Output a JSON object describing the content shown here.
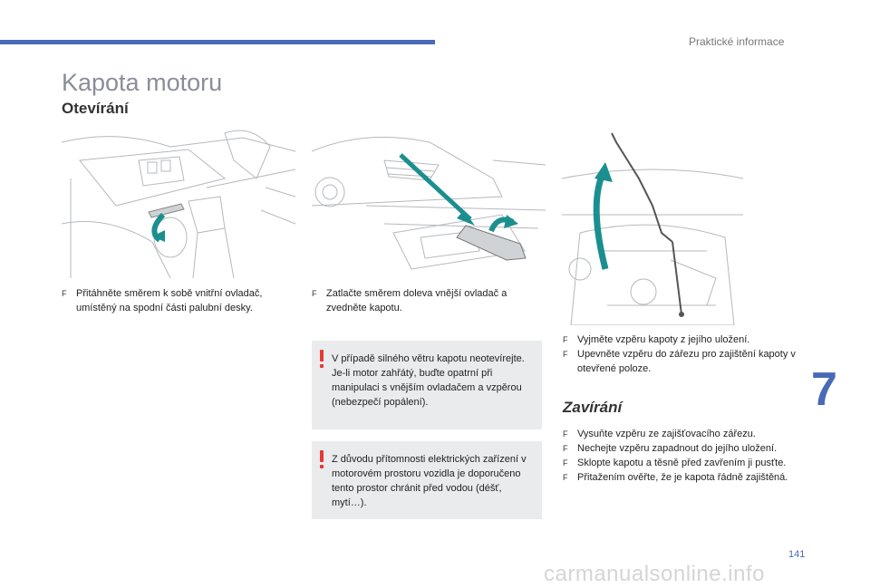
{
  "header": {
    "section": "Praktické informace"
  },
  "title": "Kapota motoru",
  "opening": {
    "heading": "Otevírání",
    "step1": "Přitáhněte směrem k sobě vnitřní ovladač, umístěný na spodní části palubní desky.",
    "step2": "Zatlačte směrem doleva vnější ovladač a zvedněte kapotu.",
    "step3": "Vyjměte vzpěru kapoty z jejího uložení.",
    "step4": "Upevněte vzpěru do zářezu pro zajištění kapoty v otevřené poloze."
  },
  "warnings": {
    "wind_line1": "V případě silného větru kapotu neotevírejte.",
    "wind_line2": "Je-li motor zahřátý, buďte opatrní při manipulaci s vnějším ovladačem a vzpěrou (nebezpečí popálení).",
    "electric": "Z důvodu přítomnosti elektrických zařízení v motorovém prostoru vozidla je doporučeno tento prostor chránit před vodou (déšť, mytí…)."
  },
  "closing": {
    "heading": "Zavírání",
    "step1": "Vysuňte vzpěru ze zajišťovacího zářezu.",
    "step2": "Nechejte vzpěru zapadnout do jejího uložení.",
    "step3": "Sklopte kapotu a těsně před zavřením ji pusťte.",
    "step4": "Přitažením ověřte, že je kapota řádně zajištěná."
  },
  "bullet_marker": "F",
  "chapter": "7",
  "page_number": "141",
  "watermark": "carmanualsonline.info",
  "colors": {
    "accent": "#4a6ab8",
    "arrow": "#1b8f8f",
    "warning": "#e53935",
    "box": "#e9ebec"
  }
}
